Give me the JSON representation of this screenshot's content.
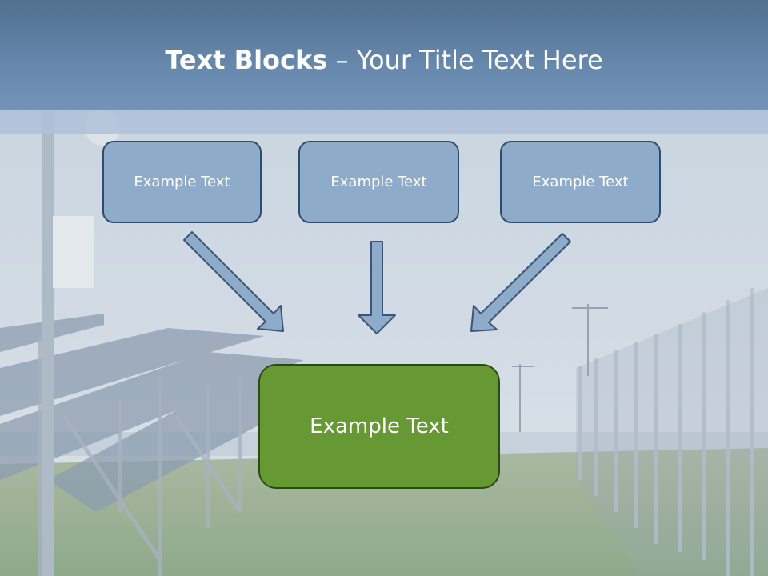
{
  "title": {
    "bold": "Text Blocks",
    "separator": " – ",
    "rest": "Your Title Text Here"
  },
  "boxes": [
    {
      "label": "Example Text"
    },
    {
      "label": "Example Text"
    },
    {
      "label": "Example Text"
    }
  ],
  "target": {
    "label": "Example Text"
  },
  "colors": {
    "title_band": "#6688ad",
    "box_fill": "#8eacc9",
    "box_border": "#2f4b6e",
    "target_fill": "#669933",
    "target_border": "#2c4a15",
    "arrow_fill": "#8eacc9"
  }
}
